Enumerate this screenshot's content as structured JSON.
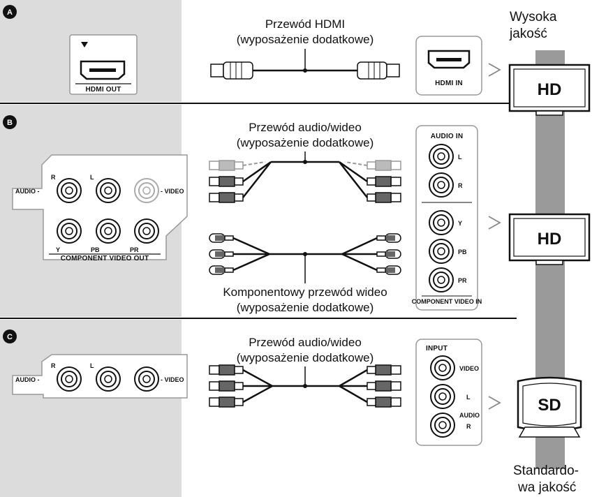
{
  "sections": [
    {
      "badge": "A",
      "device_labels": [
        "HDMI OUT"
      ],
      "cables": [
        {
          "label_line1": "Przewód HDMI",
          "label_line2": "(wyposażenie dodatkowe)"
        }
      ],
      "tv_panel": {
        "labels": [
          "HDMI IN"
        ]
      },
      "tv": "HD"
    },
    {
      "badge": "B",
      "device_labels": [
        "AUDIO -",
        "R",
        "L",
        "- VIDEO",
        "Y",
        "PB",
        "PR",
        "COMPONENT VIDEO OUT"
      ],
      "cables": [
        {
          "label_line1": "Przewód audio/wideo",
          "label_line2": "(wyposażenie dodatkowe)"
        },
        {
          "label_line1": "Komponentowy przewód wideo",
          "label_line2": "(wyposażenie dodatkowe)"
        }
      ],
      "tv_panel": {
        "labels": [
          "AUDIO IN",
          "L",
          "R",
          "Y",
          "PB",
          "PR",
          "COMPONENT VIDEO IN"
        ]
      },
      "tv": "HD"
    },
    {
      "badge": "C",
      "device_labels": [
        "AUDIO -",
        "R",
        "L",
        "- VIDEO"
      ],
      "cables": [
        {
          "label_line1": "Przewód audio/wideo",
          "label_line2": "(wyposażenie dodatkowe)"
        }
      ],
      "tv_panel": {
        "labels": [
          "INPUT",
          "VIDEO",
          "L",
          "AUDIO",
          "R"
        ]
      },
      "tv": "SD"
    }
  ],
  "quality_scale": {
    "top_line1": "Wysoka",
    "top_line2": "jakość",
    "bottom_line1": "Standardo-",
    "bottom_line2": "wa jakość"
  }
}
